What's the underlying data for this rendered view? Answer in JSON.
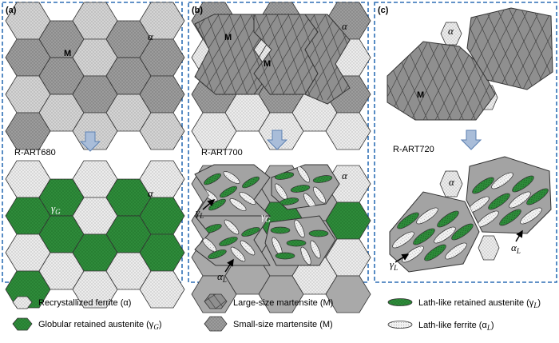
{
  "panels": [
    {
      "id": "a",
      "label": "(a)",
      "process": "R-ART680"
    },
    {
      "id": "b",
      "label": "(b)",
      "process": "R-ART700"
    },
    {
      "id": "c",
      "label": "(c)",
      "process": "R-ART720"
    }
  ],
  "phase_labels": {
    "martensite": "M",
    "ferrite": "α",
    "globular_austenite": "γ",
    "globular_sub": "G",
    "lath_austenite": "γ",
    "lath_austenite_sub": "L",
    "lath_ferrite": "α",
    "lath_ferrite_sub": "L"
  },
  "legend": [
    {
      "key": "recrystallized-ferrite",
      "text": "Recrystallized ferrite (α)"
    },
    {
      "key": "globular-retained-austenite",
      "text": "Globular retained austenite (γ",
      "sub": "G",
      "close": ")"
    },
    {
      "key": "large-size-martensite",
      "text": "Large-size martensite (M)"
    },
    {
      "key": "small-size-martensite",
      "text": "Small-size martensite (M)"
    },
    {
      "key": "lath-like-retained-austenite",
      "text": "Lath-like retained austenite (γ",
      "sub": "L",
      "close": ")"
    },
    {
      "key": "lath-like-ferrite",
      "text": "Lath-like ferrite (α",
      "sub": "L",
      "close": ")"
    }
  ],
  "colors": {
    "ferrite": "#d9d9d9",
    "ferrite_light": "#ececec",
    "martensite_small": "#9e9e9e",
    "martensite_large": "#8f8f8f",
    "austenite": "#2e8b3a",
    "frame": "#2f6fb5",
    "arrow": "#a9bdd9",
    "arrow_stroke": "#5b7fb0"
  }
}
